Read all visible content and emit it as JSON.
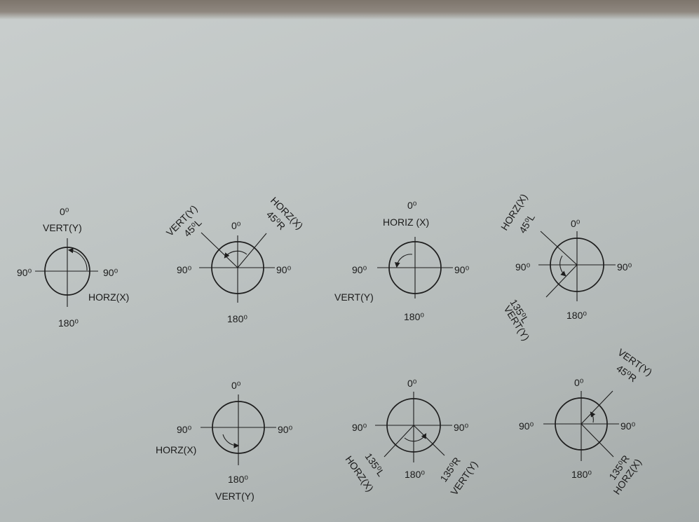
{
  "diagrams": [
    {
      "id": "d1",
      "labels": {
        "top_angle": "0⁰",
        "top_axis": "VERT(Y)",
        "left_angle": "90⁰",
        "right_angle": "90⁰",
        "right_axis": "HORZ(X)",
        "bottom_angle": "180⁰"
      }
    },
    {
      "id": "d2",
      "labels": {
        "top_angle": "0⁰",
        "left_angle": "90⁰",
        "right_angle": "90⁰",
        "bottom_angle": "180⁰",
        "diag_left_axis": "VERT(Y)",
        "diag_left_angle": "45⁰L",
        "diag_right_axis": "HORZ(X)",
        "diag_right_angle": "45⁰R"
      }
    },
    {
      "id": "d3",
      "labels": {
        "top_angle": "0⁰",
        "top_axis": "HORIZ (X)",
        "left_angle": "90⁰",
        "right_angle": "90⁰",
        "left_axis": "VERT(Y)",
        "bottom_angle": "180⁰"
      }
    },
    {
      "id": "d4",
      "labels": {
        "top_angle": "0⁰",
        "left_angle": "90⁰",
        "right_angle": "90⁰",
        "bottom_angle": "180⁰",
        "diag_up_axis": "HORZ(X)",
        "diag_up_angle": "45⁰L",
        "diag_down_angle": "135⁰L",
        "diag_down_axis": "VERT(Y)"
      }
    },
    {
      "id": "d5",
      "labels": {
        "top_angle": "0⁰",
        "left_angle": "90⁰",
        "right_angle": "90⁰",
        "left_axis": "HORZ(X)",
        "bottom_angle": "180⁰",
        "bottom_axis": "VERT(Y)"
      }
    },
    {
      "id": "d6",
      "labels": {
        "top_angle": "0⁰",
        "left_angle": "90⁰",
        "right_angle": "90⁰",
        "bottom_angle": "180⁰",
        "diag_left_angle": "135⁰L",
        "diag_left_axis": "HORZ(X)",
        "diag_right_angle": "135⁰R",
        "diag_right_axis": "VERT(Y)"
      }
    },
    {
      "id": "d7",
      "labels": {
        "top_angle": "0⁰",
        "left_angle": "90⁰",
        "right_angle": "90⁰",
        "bottom_angle": "180⁰",
        "diag_up_axis": "VERT(Y)",
        "diag_up_angle": "45⁰R",
        "diag_down_angle": "135⁰R",
        "diag_down_axis": "HORZ(X)"
      }
    }
  ]
}
